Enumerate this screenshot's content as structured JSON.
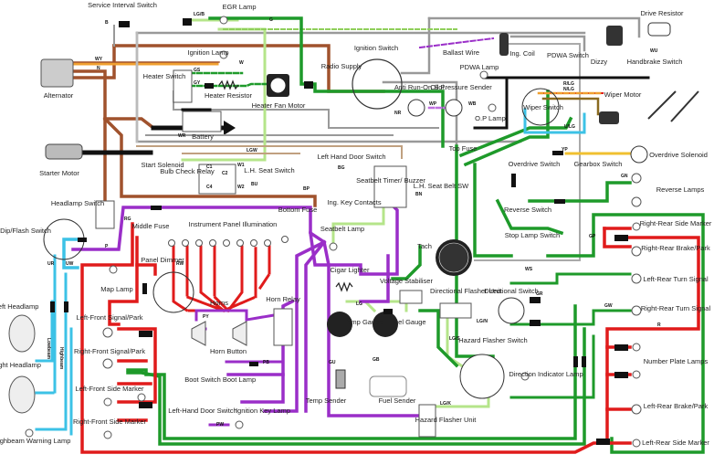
{
  "title": "Automotive Wiring Diagram",
  "wire_colors": {
    "N": "#a0522d",
    "G": "#1e9a2a",
    "R": "#e01b1b",
    "P": "#9a2ec8",
    "U": "#3cc2e6",
    "B": "#111111",
    "W": "#888888",
    "LG": "#b5e58a",
    "Y": "#f0c030",
    "O": "#f0a030"
  },
  "components": [
    {
      "id": "service-interval-switch",
      "label": "Service Interval Switch"
    },
    {
      "id": "egr-lamp",
      "label": "EGR Lamp"
    },
    {
      "id": "alternator",
      "label": "Alternator"
    },
    {
      "id": "ignition-lamp",
      "label": "Ignition Lamp"
    },
    {
      "id": "heater-switch",
      "label": "Heater Switch"
    },
    {
      "id": "heater-resistor",
      "label": "Heater Resistor"
    },
    {
      "id": "heater-fan-motor",
      "label": "Heater Fan Motor"
    },
    {
      "id": "battery",
      "label": "Battery"
    },
    {
      "id": "starter-motor",
      "label": "Starter Motor"
    },
    {
      "id": "start-solenoid",
      "label": "Start Solenoid"
    },
    {
      "id": "bulb-check-relay",
      "label": "Bulb Check Relay"
    },
    {
      "id": "lh-seat-switch",
      "label": "L.H. Seat Switch"
    },
    {
      "id": "radio-supply",
      "label": "Radio Supply"
    },
    {
      "id": "ignition-switch",
      "label": "Ignition Switch"
    },
    {
      "id": "anti-run-on-sol",
      "label": "Anti Run-On Sol."
    },
    {
      "id": "oil-pressure-sender",
      "label": "Oil Pressure Sender"
    },
    {
      "id": "ballast-wire",
      "label": "Ballast Wire"
    },
    {
      "id": "ing-coil",
      "label": "Ing. Coil"
    },
    {
      "id": "pdwa-lamp",
      "label": "PDWA Lamp"
    },
    {
      "id": "op-lamp",
      "label": "O.P Lamp"
    },
    {
      "id": "top-fuse",
      "label": "Top Fuse"
    },
    {
      "id": "pdwa-switch",
      "label": "PDWA Switch"
    },
    {
      "id": "dizzy",
      "label": "Dizzy"
    },
    {
      "id": "drive-resistor",
      "label": "Drive Resistor"
    },
    {
      "id": "handbrake-switch",
      "label": "Handbrake Switch"
    },
    {
      "id": "wiper-switch",
      "label": "Wiper Switch"
    },
    {
      "id": "wiper-motor",
      "label": "Wiper Motor"
    },
    {
      "id": "left-hand-door-switch",
      "label": "Left Hand Door Switch"
    },
    {
      "id": "seatbelt-timer-buzzer",
      "label": "Seatbelt Timer/ Buzzer"
    },
    {
      "id": "ing-key-contacts",
      "label": "Ing. Key Contacts"
    },
    {
      "id": "lh-seat-belt-sw",
      "label": "L.H. Seat Belt SW"
    },
    {
      "id": "seatbelt-lamp",
      "label": "Seatbelt Lamp"
    },
    {
      "id": "overdrive-switch",
      "label": "Overdrive Switch"
    },
    {
      "id": "gearbox-switch",
      "label": "Gearbox Switch"
    },
    {
      "id": "overdrive-solenoid",
      "label": "Overdrive Solenoid"
    },
    {
      "id": "reverse-switch",
      "label": "Reverse Switch"
    },
    {
      "id": "reverse-lamps",
      "label": "Reverse Lamps"
    },
    {
      "id": "stop-lamp-switch",
      "label": "Stop Lamp Switch"
    },
    {
      "id": "right-rear-side-marker",
      "label": "Right-Rear Side Marker"
    },
    {
      "id": "right-rear-brake-park",
      "label": "Right-Rear Brake/Park"
    },
    {
      "id": "left-rear-turn-signal",
      "label": "Left-Rear Turn Signal"
    },
    {
      "id": "right-rear-turn-signal",
      "label": "Right-Rear Turn Signal"
    },
    {
      "id": "number-plate-lamps",
      "label": "Number Plate Lamps"
    },
    {
      "id": "left-rear-brake-park",
      "label": "Left-Rear Brake/Park"
    },
    {
      "id": "left-rear-side-marker",
      "label": "Left-Rear Side Marker"
    },
    {
      "id": "headlamp-switch",
      "label": "Headlamp Switch"
    },
    {
      "id": "dip-flash-switch",
      "label": "Dip/Flash Switch"
    },
    {
      "id": "middle-fuse",
      "label": "Middle Fuse"
    },
    {
      "id": "bottom-fuse",
      "label": "Bottom Fuse"
    },
    {
      "id": "instrument-panel-illumination",
      "label": "Instrument Panel Illumination"
    },
    {
      "id": "panel-dimmer",
      "label": "Panel Dimmer"
    },
    {
      "id": "map-lamp",
      "label": "Map Lamp"
    },
    {
      "id": "horns",
      "label": "Horns"
    },
    {
      "id": "horn-relay",
      "label": "Horn Relay"
    },
    {
      "id": "horn-button",
      "label": "Horn Button"
    },
    {
      "id": "boot-switch",
      "label": "Boot Switch"
    },
    {
      "id": "boot-lamp",
      "label": "Boot Lamp"
    },
    {
      "id": "left-hand-door-switch-2",
      "label": "Left-Hand Door Switch"
    },
    {
      "id": "ignition-key-lamp",
      "label": "Ignition Key Lamp"
    },
    {
      "id": "cigar-lighter",
      "label": "Cigar Lighter"
    },
    {
      "id": "tach",
      "label": "Tach"
    },
    {
      "id": "voltage-stabiliser",
      "label": "Voltage Stabiliser"
    },
    {
      "id": "temp-gauge",
      "label": "Temp Gauge"
    },
    {
      "id": "fuel-gauge",
      "label": "Fuel Gauge"
    },
    {
      "id": "temp-sender",
      "label": "Temp Sender"
    },
    {
      "id": "fuel-sender",
      "label": "Fuel Sender"
    },
    {
      "id": "directional-flasher-unit",
      "label": "Directional Flasher Unit"
    },
    {
      "id": "directional-switch",
      "label": "Directional Switch"
    },
    {
      "id": "hazard-flasher-switch",
      "label": "Hazard Flasher Switch"
    },
    {
      "id": "direction-indicator-lamp",
      "label": "Direction Indicator Lamp"
    },
    {
      "id": "hazard-flasher-unit",
      "label": "Hazard Flasher Unit"
    },
    {
      "id": "left-headlamp",
      "label": "Left Headlamp"
    },
    {
      "id": "right-headlamp",
      "label": "Right Headlamp"
    },
    {
      "id": "highbeam-warning-lamp",
      "label": "Highbeam Warning Lamp"
    },
    {
      "id": "left-front-signal-park",
      "label": "Left-Front Signal/Park"
    },
    {
      "id": "right-front-signal-park",
      "label": "Right-Front Signal/Park"
    },
    {
      "id": "left-front-side-marker",
      "label": "Left-Front Side Marker"
    },
    {
      "id": "right-front-side-marker",
      "label": "Right-Front Side Marker"
    }
  ],
  "annotations": {
    "lowbeam": "Lowbeam",
    "highbeam": "Highbeam",
    "wire_codes": [
      "B",
      "LG/B",
      "WY",
      "N",
      "G",
      "W",
      "GS",
      "GY",
      "WR",
      "LGW",
      "W1",
      "W2",
      "C1",
      "C2",
      "C4",
      "BU",
      "BP",
      "NR",
      "WP",
      "WB",
      "RG",
      "P",
      "UR",
      "UW",
      "RW",
      "PY",
      "PB",
      "PW",
      "GU",
      "GB",
      "LG",
      "LG/S",
      "LG/K",
      "LG/N",
      "GR",
      "GW",
      "GN",
      "GP",
      "YP",
      "WS",
      "R",
      "N/LG",
      "R/LG",
      "U/LG",
      "BG",
      "BN",
      "WU"
    ]
  }
}
